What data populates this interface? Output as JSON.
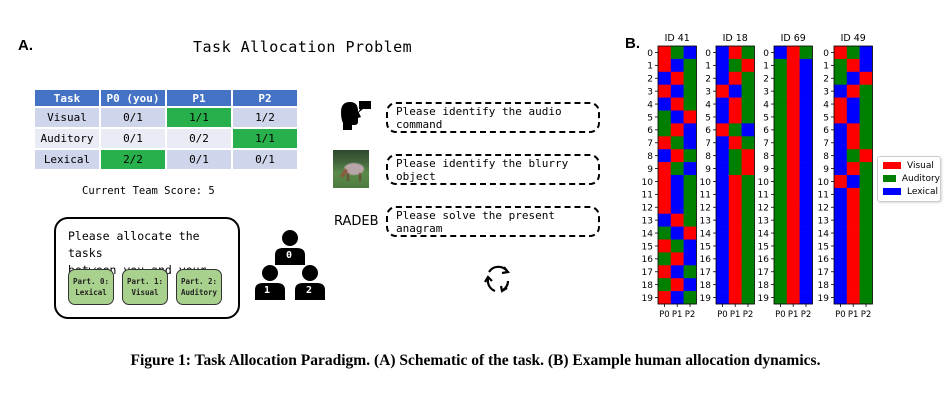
{
  "panel_a": {
    "label": "A.",
    "title": "Task Allocation Problem",
    "table": {
      "headers": [
        "Task",
        "P0 (you)",
        "P1",
        "P2"
      ],
      "rows": [
        {
          "task": "Visual",
          "cells": [
            "0/1",
            "1/1",
            "1/2"
          ],
          "highlight": 1
        },
        {
          "task": "Auditory",
          "cells": [
            "0/1",
            "0/2",
            "1/1"
          ],
          "highlight": 2
        },
        {
          "task": "Lexical",
          "cells": [
            "2/2",
            "0/1",
            "0/1"
          ],
          "highlight": 0
        }
      ],
      "highlight_color": "#28b04c",
      "header_color": "#4472c4"
    },
    "score_text": "Current Team Score: 5",
    "allocation_box": {
      "line1": "Please allocate the tasks",
      "line2": "between you and your team",
      "parts": [
        {
          "title": "Part. 0:",
          "task": "Lexical"
        },
        {
          "title": "Part. 1:",
          "task": "Visual"
        },
        {
          "title": "Part. 2:",
          "task": "Auditory"
        }
      ]
    },
    "team_icons": [
      {
        "icon": "person-icon",
        "number": "0"
      },
      {
        "icon": "person-icon",
        "number": "1"
      },
      {
        "icon": "person-icon",
        "number": "2"
      }
    ],
    "tasks": [
      {
        "icon": "speaking-head-icon",
        "stimulus": "",
        "prompt": "Please identify the audio command"
      },
      {
        "icon": "blurry-image-thumbnail",
        "stimulus": "",
        "prompt": "Please identify the blurry object"
      },
      {
        "icon": "anagram-text",
        "stimulus": "RADEB",
        "prompt": "Please solve the present anagram"
      }
    ],
    "cycle_icon": "cycle-arrows-icon"
  },
  "panel_b": {
    "label": "B."
  },
  "chart_data": {
    "type": "heatmap",
    "legend": {
      "position": "right",
      "entries": [
        {
          "name": "Visual",
          "code": "R",
          "color": "#ff0000"
        },
        {
          "name": "Auditory",
          "code": "G",
          "color": "#008000"
        },
        {
          "name": "Lexical",
          "code": "B",
          "color": "#0000ff"
        }
      ]
    },
    "xticks": [
      "P0",
      "P1",
      "P2"
    ],
    "yticks": [
      "0",
      "1",
      "2",
      "3",
      "4",
      "5",
      "6",
      "7",
      "8",
      "9",
      "10",
      "11",
      "12",
      "13",
      "14",
      "15",
      "16",
      "17",
      "18",
      "19"
    ],
    "panels": [
      {
        "title": "ID 41",
        "rows": [
          "RGB",
          "RBG",
          "BRG",
          "RBG",
          "BRG",
          "GBR",
          "GRB",
          "RGB",
          "BRG",
          "RGB",
          "RBG",
          "RBG",
          "RBG",
          "BRG",
          "GBR",
          "RGB",
          "GRB",
          "RBG",
          "GRB",
          "RBG"
        ]
      },
      {
        "title": "ID 18",
        "rows": [
          "BRG",
          "BGR",
          "BRG",
          "RBG",
          "BRG",
          "BRG",
          "RGB",
          "BRG",
          "BGR",
          "BGR",
          "BRG",
          "BRG",
          "BRG",
          "BRG",
          "BRG",
          "BRG",
          "BRG",
          "BRG",
          "BRG",
          "BRG"
        ]
      },
      {
        "title": "ID 69",
        "rows": [
          "BRG",
          "GRB",
          "GRB",
          "GRB",
          "GRB",
          "GRB",
          "GRB",
          "GRB",
          "GRB",
          "GRB",
          "GRB",
          "GRB",
          "GRB",
          "GRB",
          "GRB",
          "GRB",
          "GRB",
          "GRB",
          "GRB",
          "GRB"
        ]
      },
      {
        "title": "ID 49",
        "rows": [
          "RGB",
          "GRB",
          "GBR",
          "BRG",
          "RBG",
          "RBG",
          "BRG",
          "BRG",
          "BGR",
          "BRG",
          "RBG",
          "BRG",
          "BRG",
          "BRG",
          "BRG",
          "BRG",
          "BRG",
          "BRG",
          "BRG",
          "BRG"
        ]
      }
    ]
  },
  "caption": "Figure 1: Task Allocation Paradigm. (A) Schematic of the task. (B) Example human allocation dynamics."
}
